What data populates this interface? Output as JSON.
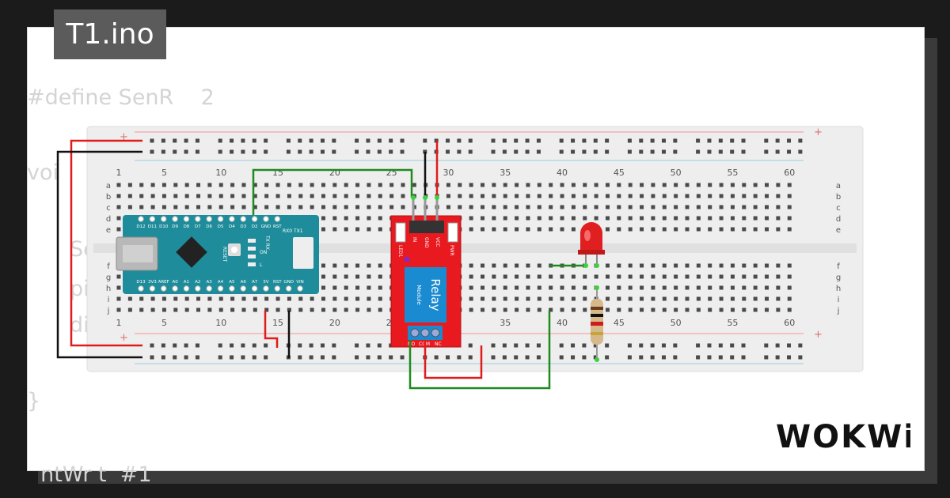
{
  "file_tab": {
    "name": "T1.ino"
  },
  "code_lines": [
    "#define SenR    2",
    "voi",
    "Se",
    "pi",
    "di",
    "}",
    "  ntWr t  #1"
  ],
  "breadboard": {
    "column_numbers": [
      "1",
      "5",
      "10",
      "15",
      "20",
      "25",
      "30",
      "35",
      "40",
      "45",
      "50",
      "55",
      "60"
    ],
    "row_letters_top": [
      "a",
      "b",
      "c",
      "d",
      "e"
    ],
    "row_letters_bottom": [
      "f",
      "g",
      "h",
      "i",
      "j"
    ],
    "rail_plus": "+",
    "rail_minus": "-"
  },
  "arduino": {
    "pins_top": [
      "D12",
      "D11",
      "D10",
      "D9",
      "D8",
      "D7",
      "D6",
      "D5",
      "D4",
      "D3",
      "D2",
      "GND",
      "RST"
    ],
    "pins_bottom": [
      "D13",
      "3V3",
      "AREF",
      "A0",
      "A1",
      "A2",
      "A3",
      "A4",
      "A5",
      "A6",
      "A7",
      "5V",
      "RST",
      "GND",
      "VIN"
    ],
    "label_rxtx": "RX0 TX1",
    "label_txrx": "TX RX",
    "label_on": "ON",
    "label_l": "L",
    "label_reset": "RESET"
  },
  "relay": {
    "title": "Relay",
    "subtitle": "Module",
    "pin_in": "IN",
    "pin_gnd": "GND",
    "pin_vcc": "VCC",
    "led1": "LED1",
    "pwr": "PWR",
    "term_no": "NO",
    "term_com": "COM",
    "term_nc": "NC"
  },
  "brand": {
    "logo_text": "WOKWi"
  },
  "colors": {
    "background": "#1b1b1b",
    "card": "#ffffff",
    "code_text": "#d4d4d4",
    "board_teal": "#1e8c9a",
    "relay_red": "#e8191f",
    "wire_red": "#e01b1b",
    "wire_green": "#1f8a1f",
    "wire_black": "#111111"
  }
}
